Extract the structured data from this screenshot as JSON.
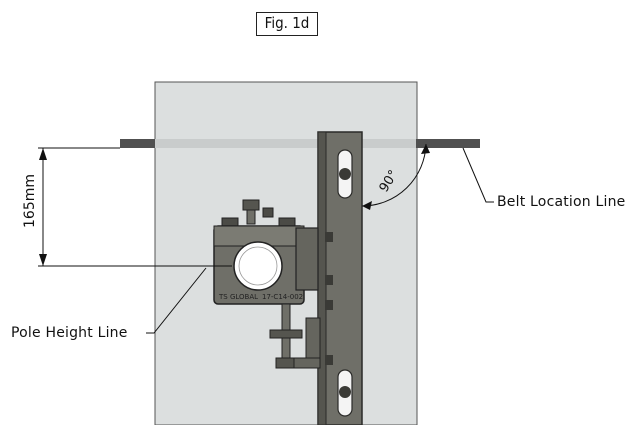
{
  "figure": {
    "label": "Fig. 1d"
  },
  "dimension": {
    "value_text": "165mm"
  },
  "angle": {
    "text": "90°"
  },
  "callouts": {
    "belt_location": "Belt Location Line",
    "pole_height": "Pole Height Line"
  },
  "clamp": {
    "brand_text": "TS GLOBAL",
    "part_number": "17-C14-002"
  },
  "colors": {
    "board": "#dcdfdf",
    "steel": "#6f6f68",
    "steel_dark": "#3a3a36",
    "belt": "#505050",
    "belt_highlight": "#c9cccc"
  }
}
